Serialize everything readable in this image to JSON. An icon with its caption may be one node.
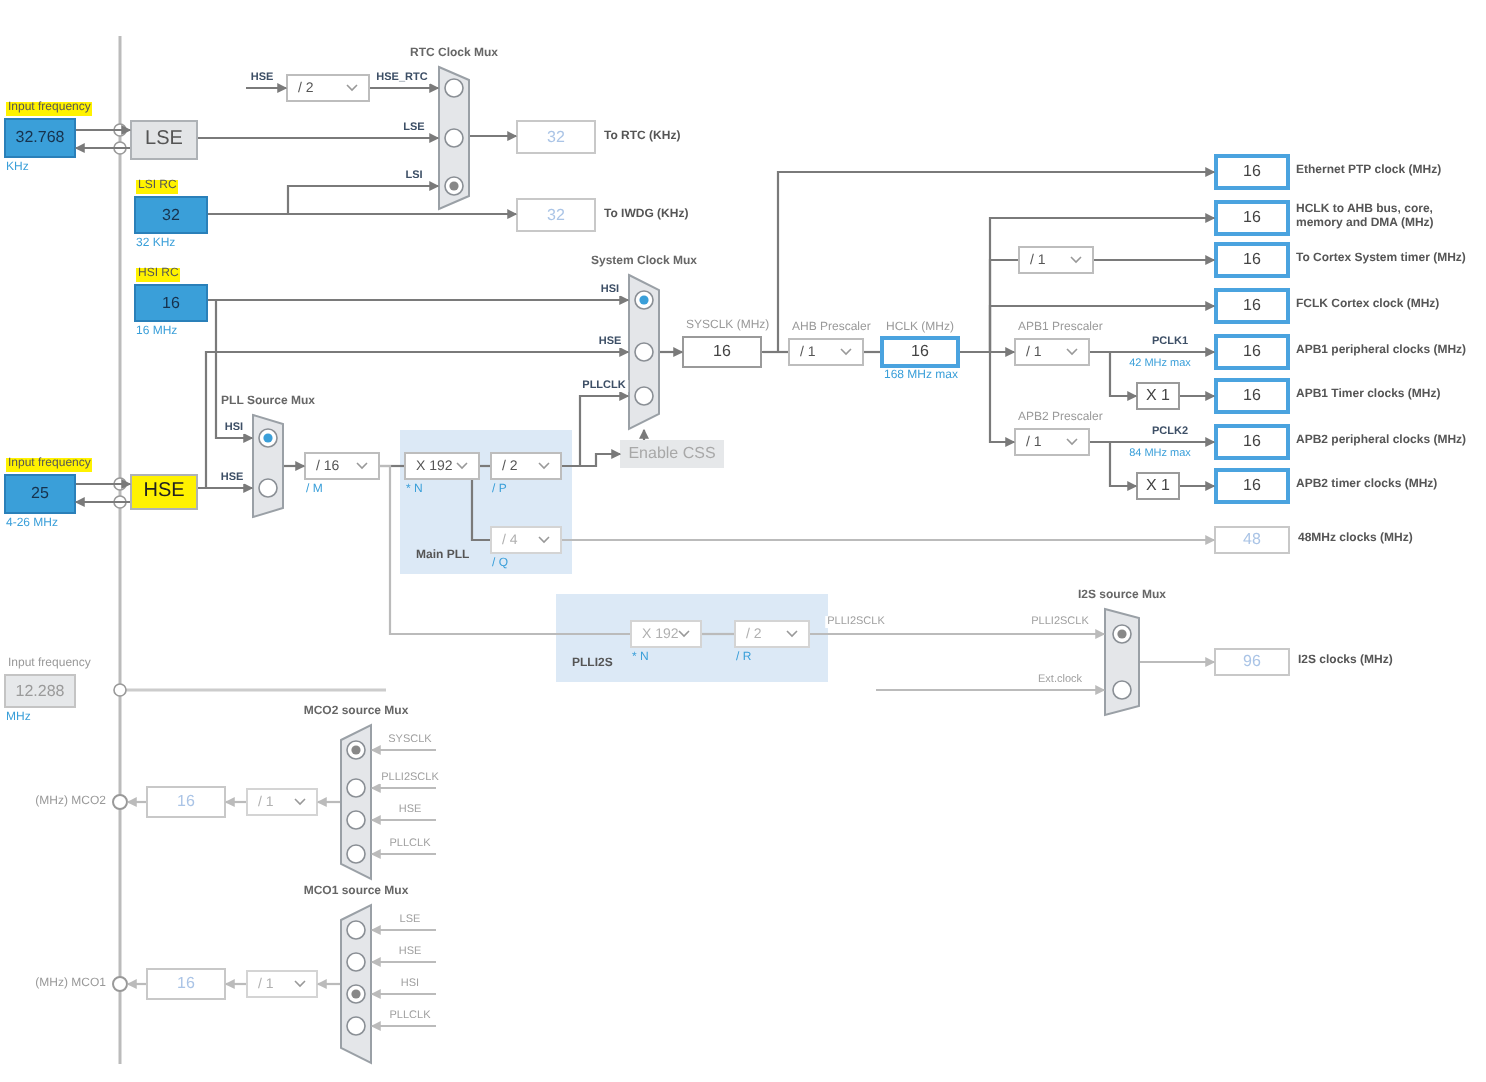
{
  "diagram": {
    "nodes": [
      {
        "text": [
          "Input frequency",
          "32.768"
        ],
        "beside": [
          "KHz"
        ]
      },
      {
        "text": [
          "LSE"
        ]
      },
      {
        "text": [
          "LSI RC",
          "32"
        ],
        "beside": [
          "32 KHz"
        ]
      },
      {
        "text": [
          "HSI RC",
          "16"
        ],
        "beside": [
          "16 MHz"
        ]
      },
      {
        "text": [
          "Input frequency",
          "25"
        ],
        "beside": [
          "4-26 MHz"
        ]
      },
      {
        "text": [
          "HSE"
        ]
      },
      {
        "text": [
          "Input frequency",
          "12.288"
        ],
        "beside": [
          "MHz"
        ]
      },
      {
        "text": [
          "/ 2"
        ]
      },
      {
        "text": [
          "RTC Clock Mux"
        ]
      },
      {
        "text": [
          "32"
        ],
        "beside": [
          "To RTC (KHz)"
        ]
      },
      {
        "text": [
          "32"
        ],
        "beside": [
          "To IWDG (KHz)"
        ]
      },
      {
        "text": [
          "System Clock Mux"
        ]
      },
      {
        "text": [
          "SYSCLK (MHz)",
          "16"
        ]
      },
      {
        "text": [
          "AHB Prescaler",
          "/ 1"
        ]
      },
      {
        "text": [
          "HCLK (MHz)",
          "16"
        ],
        "beside": [
          "168 MHz max"
        ]
      },
      {
        "text": [
          "16"
        ],
        "beside": [
          "Ethernet PTP clock (MHz)"
        ]
      },
      {
        "text": [
          "16"
        ],
        "beside": [
          "HCLK to AHB bus, core, memory and DMA (MHz)"
        ]
      },
      {
        "text": [
          "/ 1"
        ]
      },
      {
        "text": [
          "16"
        ],
        "beside": [
          "To Cortex System timer (MHz)"
        ]
      },
      {
        "text": [
          "16"
        ],
        "beside": [
          "FCLK Cortex clock (MHz)"
        ]
      },
      {
        "text": [
          "APB1 Prescaler",
          "/ 1"
        ]
      },
      {
        "text": [
          "16"
        ],
        "beside": [
          "APB1 peripheral clocks (MHz)"
        ]
      },
      {
        "text": [
          "X 1"
        ]
      },
      {
        "text": [
          "16"
        ],
        "beside": [
          "APB1 Timer clocks (MHz)"
        ]
      },
      {
        "text": [
          "APB2 Prescaler",
          "/ 1"
        ]
      },
      {
        "text": [
          "16"
        ],
        "beside": [
          "APB2 peripheral clocks (MHz)"
        ]
      },
      {
        "text": [
          "X 1"
        ]
      },
      {
        "text": [
          "16"
        ],
        "beside": [
          "APB2 timer clocks (MHz)"
        ]
      },
      {
        "text": [
          "PLL Source Mux"
        ]
      },
      {
        "text": [
          "/ 16"
        ],
        "beside": [
          "/ M"
        ]
      },
      {
        "text": [
          "Main PLL"
        ]
      },
      {
        "text": [
          "X 192"
        ],
        "beside": [
          "* N"
        ],
        "in": 30
      },
      {
        "text": [
          "/ 2"
        ],
        "beside": [
          "/ P"
        ],
        "in": 30
      },
      {
        "text": [
          "/ 4"
        ],
        "beside": [
          "/ Q"
        ],
        "in": 30
      },
      {
        "text": [
          "Enable CSS"
        ]
      },
      {
        "text": [
          "48"
        ],
        "beside": [
          "48MHz clocks (MHz)"
        ]
      },
      {
        "text": [
          "PLLI2S"
        ]
      },
      {
        "text": [
          "X 192"
        ],
        "beside": [
          "* N"
        ],
        "in": 36
      },
      {
        "text": [
          "/ 2"
        ],
        "beside": [
          "/ R"
        ],
        "in": 36
      },
      {
        "text": [
          "I2S source Mux"
        ]
      },
      {
        "text": [
          "96"
        ],
        "beside": [
          "I2S clocks (MHz)"
        ]
      },
      {
        "text": [
          "MCO2 source Mux"
        ]
      },
      {
        "text": [
          "/ 1"
        ]
      },
      {
        "text": [
          "16"
        ]
      },
      {
        "text": [
          "(MHz) MCO2"
        ]
      },
      {
        "text": [
          "MCO1 source Mux"
        ]
      },
      {
        "text": [
          "/ 1"
        ]
      },
      {
        "text": [
          "16"
        ]
      },
      {
        "text": [
          "(MHz) MCO1"
        ]
      }
    ],
    "edges": [
      {
        "from": 0,
        "to": 1,
        "arrow": "to"
      },
      {
        "from": 1,
        "to": 0,
        "arrow": "to"
      },
      {
        "from": 4,
        "to": 5,
        "arrow": "to"
      },
      {
        "from": 5,
        "to": 4,
        "arrow": "to"
      },
      {
        "from": null,
        "to": 7,
        "arrow": "to",
        "label": "HSE"
      },
      {
        "from": 7,
        "to": 8,
        "arrow": "to",
        "label": "HSE_RTC"
      },
      {
        "from": 1,
        "to": 8,
        "arrow": "to",
        "label": "LSE"
      },
      {
        "from": 2,
        "to": 8,
        "arrow": "to",
        "label": "LSI"
      },
      {
        "from": 2,
        "to": 10,
        "arrow": "to"
      },
      {
        "from": 8,
        "to": 9,
        "arrow": "to"
      },
      {
        "from": 3,
        "to": 11,
        "arrow": "to",
        "label": "HSI"
      },
      {
        "from": 5,
        "to": 11,
        "arrow": "to",
        "label": "HSE"
      },
      {
        "from": 3,
        "to": 28,
        "arrow": "to",
        "label": "HSI"
      },
      {
        "from": 5,
        "to": 28,
        "arrow": "to",
        "label": "HSE"
      },
      {
        "from": 28,
        "to": 29,
        "arrow": "to"
      },
      {
        "from": 29,
        "to": 31,
        "arrow": "none"
      },
      {
        "from": 31,
        "to": 32,
        "arrow": "none"
      },
      {
        "from": 31,
        "to": 33,
        "arrow": "none"
      },
      {
        "from": 32,
        "to": 11,
        "arrow": "to",
        "label": "PLLCLK"
      },
      {
        "from": 32,
        "to": 34,
        "arrow": "to"
      },
      {
        "from": 34,
        "to": 11,
        "arrow": "to"
      },
      {
        "from": 11,
        "to": 12,
        "arrow": "to"
      },
      {
        "from": 12,
        "to": 13,
        "arrow": "none"
      },
      {
        "from": 12,
        "to": 15,
        "arrow": "to"
      },
      {
        "from": 13,
        "to": 14,
        "arrow": "none"
      },
      {
        "from": 14,
        "to": 16,
        "arrow": "to"
      },
      {
        "from": 14,
        "to": 17,
        "arrow": "none"
      },
      {
        "from": 17,
        "to": 18,
        "arrow": "to"
      },
      {
        "from": 14,
        "to": 19,
        "arrow": "to"
      },
      {
        "from": 14,
        "to": 20,
        "arrow": "to"
      },
      {
        "from": 14,
        "to": 24,
        "arrow": "to"
      },
      {
        "from": 20,
        "to": 21,
        "arrow": "to",
        "label": "PCLK1"
      },
      {
        "from": 20,
        "to": 22,
        "arrow": "to"
      },
      {
        "from": 22,
        "to": 23,
        "arrow": "to"
      },
      {
        "from": 24,
        "to": 25,
        "arrow": "to",
        "label": "PCLK2"
      },
      {
        "from": 24,
        "to": 26,
        "arrow": "to"
      },
      {
        "from": 26,
        "to": 27,
        "arrow": "to"
      },
      {
        "from": 33,
        "to": 35,
        "arrow": "to",
        "color": "#bbbbbb"
      },
      {
        "from": 29,
        "to": 37,
        "arrow": "none",
        "color": "#bbbbbb"
      },
      {
        "from": 37,
        "to": 38,
        "arrow": "none",
        "color": "#bbbbbb"
      },
      {
        "from": 38,
        "to": 39,
        "arrow": "to",
        "label": "PLLI2SCLK",
        "color": "#bbbbbb"
      },
      {
        "from": null,
        "to": 39,
        "arrow": "to",
        "label": "Ext.clock",
        "color": "#bbbbbb"
      },
      {
        "from": 39,
        "to": 40,
        "arrow": "to",
        "color": "#bbbbbb"
      },
      {
        "from": null,
        "to": 41,
        "arrow": "to",
        "label": "SYSCLK",
        "color": "#bbbbbb"
      },
      {
        "from": null,
        "to": 41,
        "arrow": "to",
        "label": "PLLI2SCLK",
        "color": "#bbbbbb"
      },
      {
        "from": null,
        "to": 41,
        "arrow": "to",
        "label": "HSE",
        "color": "#bbbbbb"
      },
      {
        "from": null,
        "to": 41,
        "arrow": "to",
        "label": "PLLCLK",
        "color": "#bbbbbb"
      },
      {
        "from": 41,
        "to": 42,
        "arrow": "to",
        "color": "#bbbbbb"
      },
      {
        "from": 42,
        "to": 43,
        "arrow": "to",
        "color": "#bbbbbb"
      },
      {
        "from": 43,
        "to": 44,
        "arrow": "to",
        "color": "#bbbbbb"
      },
      {
        "from": null,
        "to": 45,
        "arrow": "to",
        "label": "LSE",
        "color": "#bbbbbb"
      },
      {
        "from": null,
        "to": 45,
        "arrow": "to",
        "label": "HSE",
        "color": "#bbbbbb"
      },
      {
        "from": null,
        "to": 45,
        "arrow": "to",
        "label": "HSI",
        "color": "#bbbbbb"
      },
      {
        "from": null,
        "to": 45,
        "arrow": "to",
        "label": "PLLCLK",
        "color": "#bbbbbb"
      },
      {
        "from": 45,
        "to": 46,
        "arrow": "to",
        "color": "#bbbbbb"
      },
      {
        "from": 46,
        "to": 47,
        "arrow": "to",
        "color": "#bbbbbb"
      },
      {
        "from": 47,
        "to": 48,
        "arrow": "to",
        "color": "#bbbbbb"
      }
    ],
    "labels": [
      "42 MHz max",
      "84 MHz max",
      "PLLI2SCLK"
    ]
  }
}
